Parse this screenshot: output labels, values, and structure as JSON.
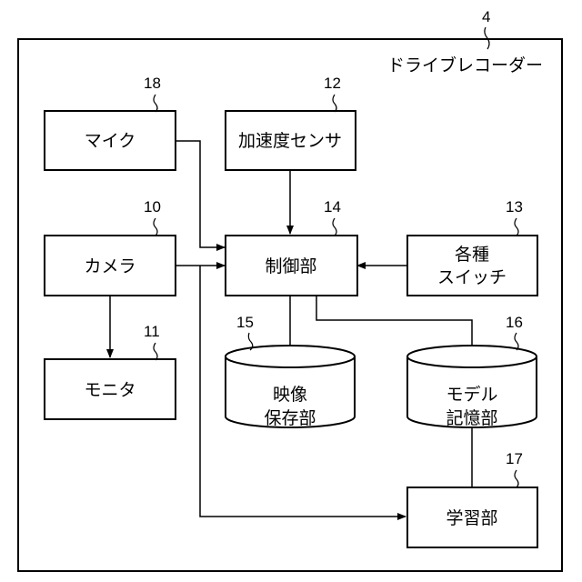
{
  "system": {
    "ref": "4",
    "label": "ドライブレコーダー"
  },
  "blocks": {
    "mic": {
      "ref": "18",
      "label": "マイク"
    },
    "accel": {
      "ref": "12",
      "label": "加速度センサ"
    },
    "camera": {
      "ref": "10",
      "label": "カメラ"
    },
    "control": {
      "ref": "14",
      "label": "制御部"
    },
    "switches": {
      "ref": "13",
      "line1": "各種",
      "line2": "スイッチ"
    },
    "monitor": {
      "ref": "11",
      "label": "モニタ"
    },
    "video_store": {
      "ref": "15",
      "line1": "映像",
      "line2": "保存部"
    },
    "model_store": {
      "ref": "16",
      "line1": "モデル",
      "line2": "記憶部"
    },
    "learning": {
      "ref": "17",
      "label": "学習部"
    }
  }
}
